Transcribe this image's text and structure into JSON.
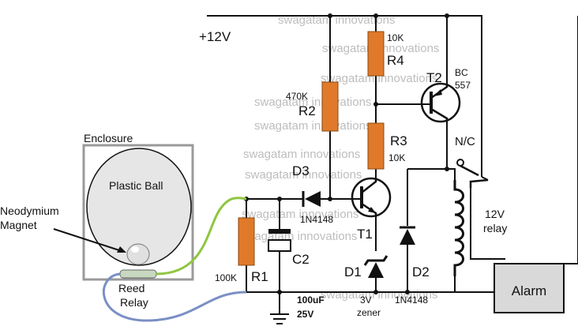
{
  "watermark": "swagatam innovations",
  "labels": {
    "supply": "+12V",
    "enclosure": "Enclosure",
    "plastic_ball": "Plastic Ball",
    "magnet_line1": "Neodymium",
    "magnet_line2": "Magnet",
    "reed_line1": "Reed",
    "reed_line2": "Relay",
    "r1_value": "100K",
    "r1_name": "R1",
    "c2_name": "C2",
    "c2_value_line1": "100uF",
    "c2_value_line2": "25V",
    "d3_name": "D3",
    "d3_part": "1N4148",
    "r2_value": "470K",
    "r2_name": "R2",
    "r4_value": "10K",
    "r4_name": "R4",
    "r3_name": "R3",
    "r3_value": "10K",
    "t1_name": "T1",
    "t2_name": "T2",
    "t2_part_line1": "BC",
    "t2_part_line2": "557",
    "d1_name": "D1",
    "d1_part_line1": "3V",
    "d1_part_line2": "zener",
    "d2_name": "D2",
    "d2_part": "1N4148",
    "relay_nc": "N/C",
    "relay_line1": "12V",
    "relay_line2": "relay",
    "alarm": "Alarm"
  },
  "colors": {
    "resistor": "#e07a2a",
    "green_wire": "#8ec63f",
    "blue_wire": "#7a8fc4",
    "enclosure_border": "#9a9a9a",
    "ball_fill": "#e6e6e6",
    "alarm_fill": "#d9d9d9"
  }
}
